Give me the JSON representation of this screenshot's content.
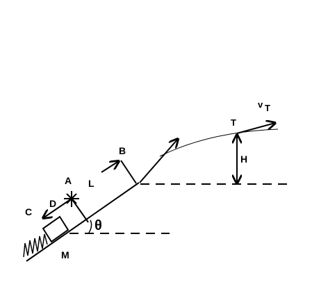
{
  "labels": {
    "A": "A",
    "B": "B",
    "C": "C",
    "D": "D",
    "L": "L",
    "M": "M",
    "H": "H",
    "theta": "θ",
    "T": "T",
    "vT_main": "v",
    "vT_sub": "T"
  },
  "colors": {
    "stroke": "#000000",
    "background": "#ffffff"
  }
}
